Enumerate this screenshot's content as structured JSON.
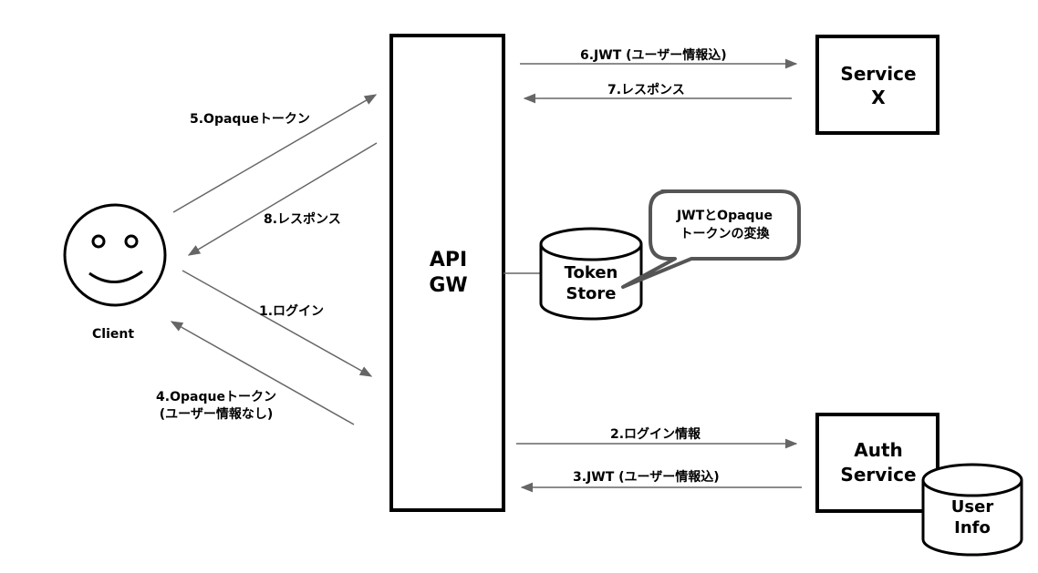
{
  "client": {
    "label": "Client"
  },
  "api_gw": {
    "line1": "API",
    "line2": "GW"
  },
  "service_x": {
    "line1": "Service",
    "line2": "X"
  },
  "auth_service": {
    "line1": "Auth",
    "line2": "Service"
  },
  "token_store": {
    "line1": "Token",
    "line2": "Store"
  },
  "user_info": {
    "line1": "User",
    "line2": "Info"
  },
  "callout": {
    "line1": "JWTとOpaque",
    "line2": "トークンの変換"
  },
  "messages": {
    "m1": "1.ログイン",
    "m2": "2.ログイン情報",
    "m3": "3.JWT (ユーザー情報込)",
    "m4_line1": "4.Opaqueトークン",
    "m4_line2": "(ユーザー情報なし)",
    "m5": "5.Opaqueトークン",
    "m6": "6.JWT (ユーザー情報込)",
    "m7": "7.レスポンス",
    "m8": "8.レスポンス"
  },
  "colors": {
    "stroke": "#000000",
    "arrow": "#666666",
    "callout_border": "#555555"
  }
}
